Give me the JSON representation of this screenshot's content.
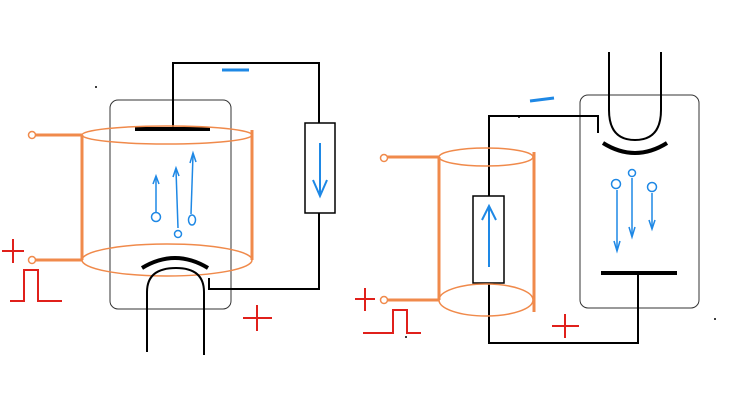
{
  "diagram": {
    "colors": {
      "wire": "#000000",
      "coil": "#f08a4b",
      "signal": "#e0201b",
      "particle": "#1e88e5",
      "box_outline": "#333333"
    },
    "left_setup": {
      "top_terminal_sign": "−",
      "input_terminal_sign": "+",
      "output_terminal_sign": "+",
      "resistor_arrow": "down",
      "particle_arrows": "up",
      "pulse_icon": "square-pulse"
    },
    "right_setup": {
      "top_terminal_sign": "−",
      "input_terminal_sign": "+",
      "output_terminal_sign": "+",
      "resistor_arrow": "up",
      "particle_arrows": "down",
      "pulse_icon": "square-pulse"
    }
  }
}
